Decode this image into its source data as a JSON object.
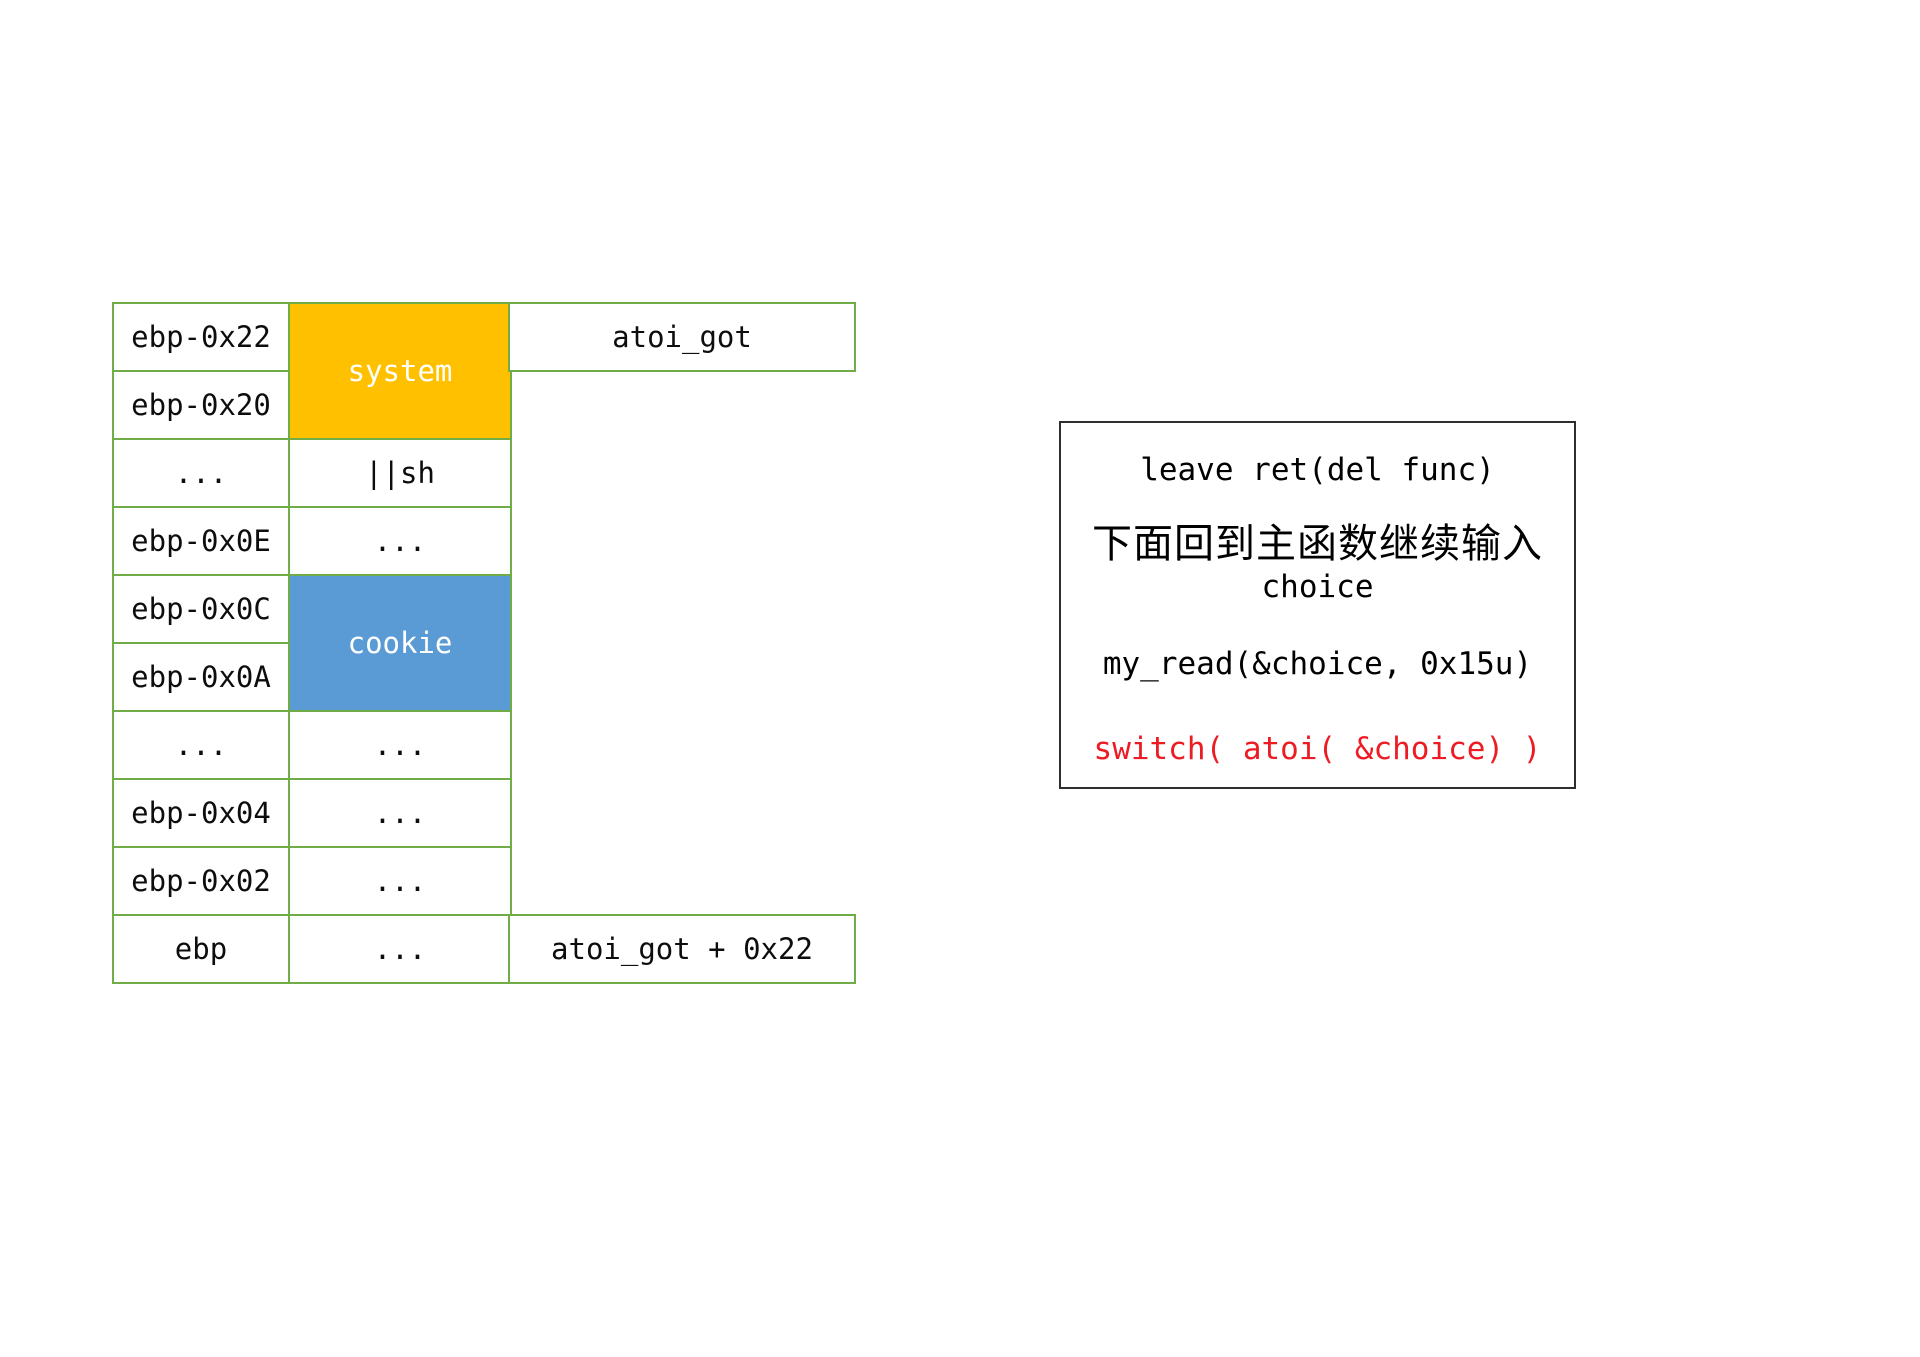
{
  "diagram_title": "stack overwrite layout (pwn stack diagram)",
  "colors": {
    "table_border_green": "#70AD47",
    "system_cell_orange": "#FFC000",
    "cookie_cell_blue": "#5B9BD5",
    "info_box_border": "#2E2E2E",
    "red_code_text": "#ED1C24",
    "background": "#FFFFFF"
  },
  "stack_table": {
    "labels": [
      "ebp-0x22",
      "ebp-0x20",
      "...",
      "ebp-0x0E",
      "ebp-0x0C",
      "ebp-0x0A",
      "...",
      "ebp-0x04",
      "ebp-0x02",
      "ebp"
    ],
    "system_label": "system",
    "cookie_label": "cookie",
    "values": [
      "||sh",
      "...",
      "...",
      "...",
      "...",
      "..."
    ]
  },
  "annotations": {
    "atoi_got": "atoi_got",
    "atoi_got_offset": "atoi_got + 0x22"
  },
  "info_box": {
    "lines": [
      "leave ret(del func)",
      "下面回到主函数继续输入",
      "choice",
      "my_read(&choice, 0x15u)",
      "switch( atoi( &choice) )"
    ]
  }
}
